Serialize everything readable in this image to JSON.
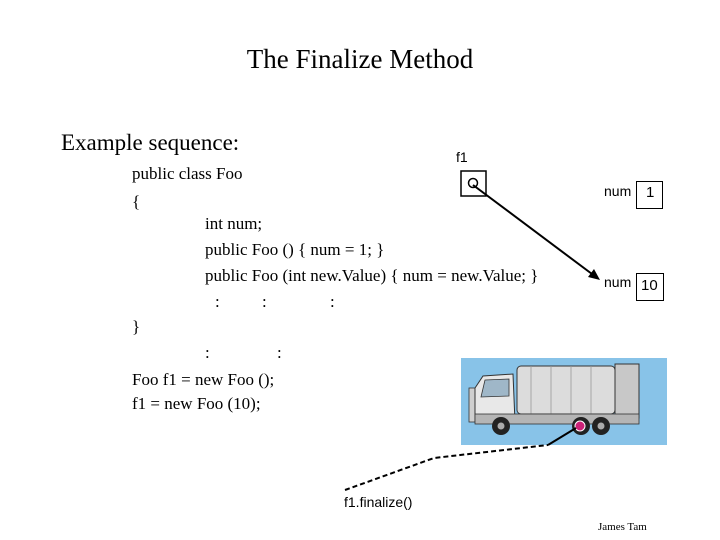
{
  "slide": {
    "title": "The Finalize Method",
    "subtitle": "Example sequence:",
    "code_lines": [
      "public class Foo",
      "{",
      "int num;",
      "public Foo () { num = 1; }",
      "public Foo (int new.Value) { num = new.Value; }",
      ":",
      ":",
      ":",
      "}",
      ":",
      ":",
      "Foo f1 = new Foo ();",
      "f1 = new Foo (10);"
    ],
    "ref_label": "f1",
    "objects": [
      {
        "field": "num",
        "value": "1"
      },
      {
        "field": "num",
        "value": "10"
      }
    ],
    "finalize_label": "f1.finalize()",
    "author": "James Tam",
    "colors": {
      "truck_background": "#88c3e8",
      "marker": "#cc2277"
    }
  }
}
